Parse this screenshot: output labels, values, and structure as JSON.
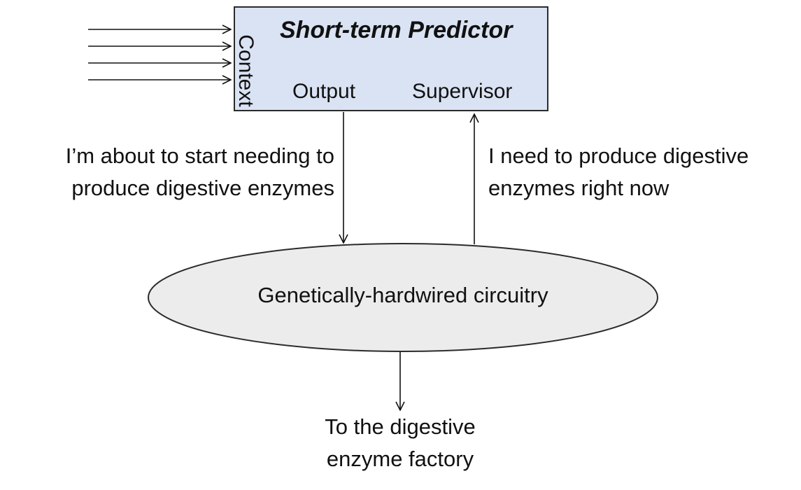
{
  "predictor": {
    "title": "Short-term Predictor",
    "context_label": "Context",
    "output_label": "Output",
    "supervisor_label": "Supervisor",
    "fill_color": "#dae3f3"
  },
  "output_message": {
    "line1": "I’m about to start needing to",
    "line2": "produce digestive enzymes"
  },
  "supervisor_message": {
    "line1": "I need to produce digestive",
    "line2": "enzymes right now"
  },
  "circuitry": {
    "label": "Genetically-hardwired circuitry",
    "fill_color": "#ececec"
  },
  "destination": {
    "line1": "To the digestive",
    "line2": "enzyme factory"
  }
}
